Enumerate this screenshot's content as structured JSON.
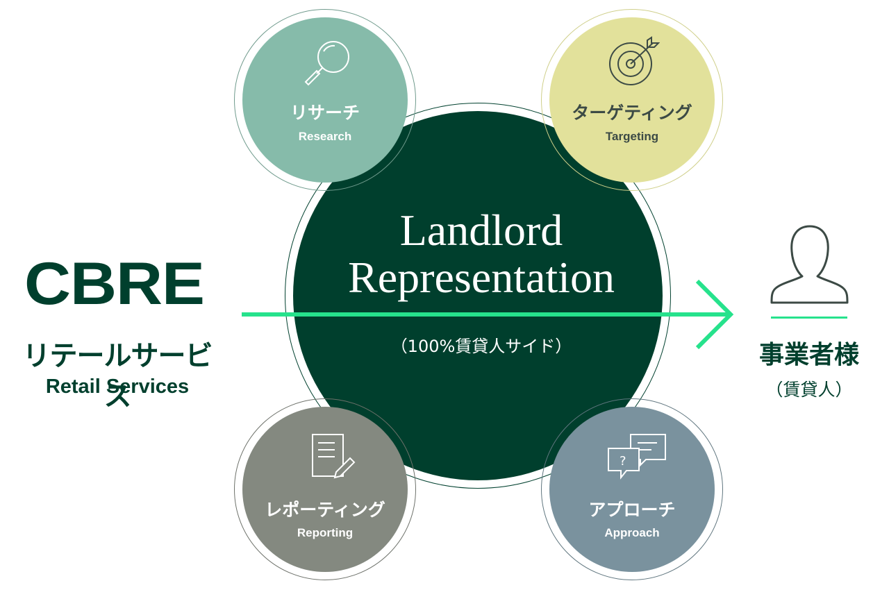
{
  "brand": {
    "logo_text": "CBRE",
    "name_jp": "リテールサービス",
    "name_en": "Retail Services"
  },
  "center": {
    "title_line1": "Landlord",
    "title_line2": "Representation",
    "subtitle": "（100%賃貸人サイド）"
  },
  "services": [
    {
      "jp": "リサーチ",
      "en": "Research",
      "icon": "magnifier-icon",
      "color": "#86bbaa"
    },
    {
      "jp": "ターゲティング",
      "en": "Targeting",
      "icon": "target-icon",
      "color": "#e2e19b"
    },
    {
      "jp": "レポーティング",
      "en": "Reporting",
      "icon": "document-pencil-icon",
      "color": "#848980"
    },
    {
      "jp": "アプローチ",
      "en": "Approach",
      "icon": "speech-bubbles-icon",
      "color": "#7a929e"
    }
  ],
  "client": {
    "title_jp": "事業者様",
    "subtitle_jp": "（賃貸人）",
    "icon": "person-icon"
  },
  "colors": {
    "brand_green": "#003f2d",
    "accent_green": "#26e28c"
  }
}
